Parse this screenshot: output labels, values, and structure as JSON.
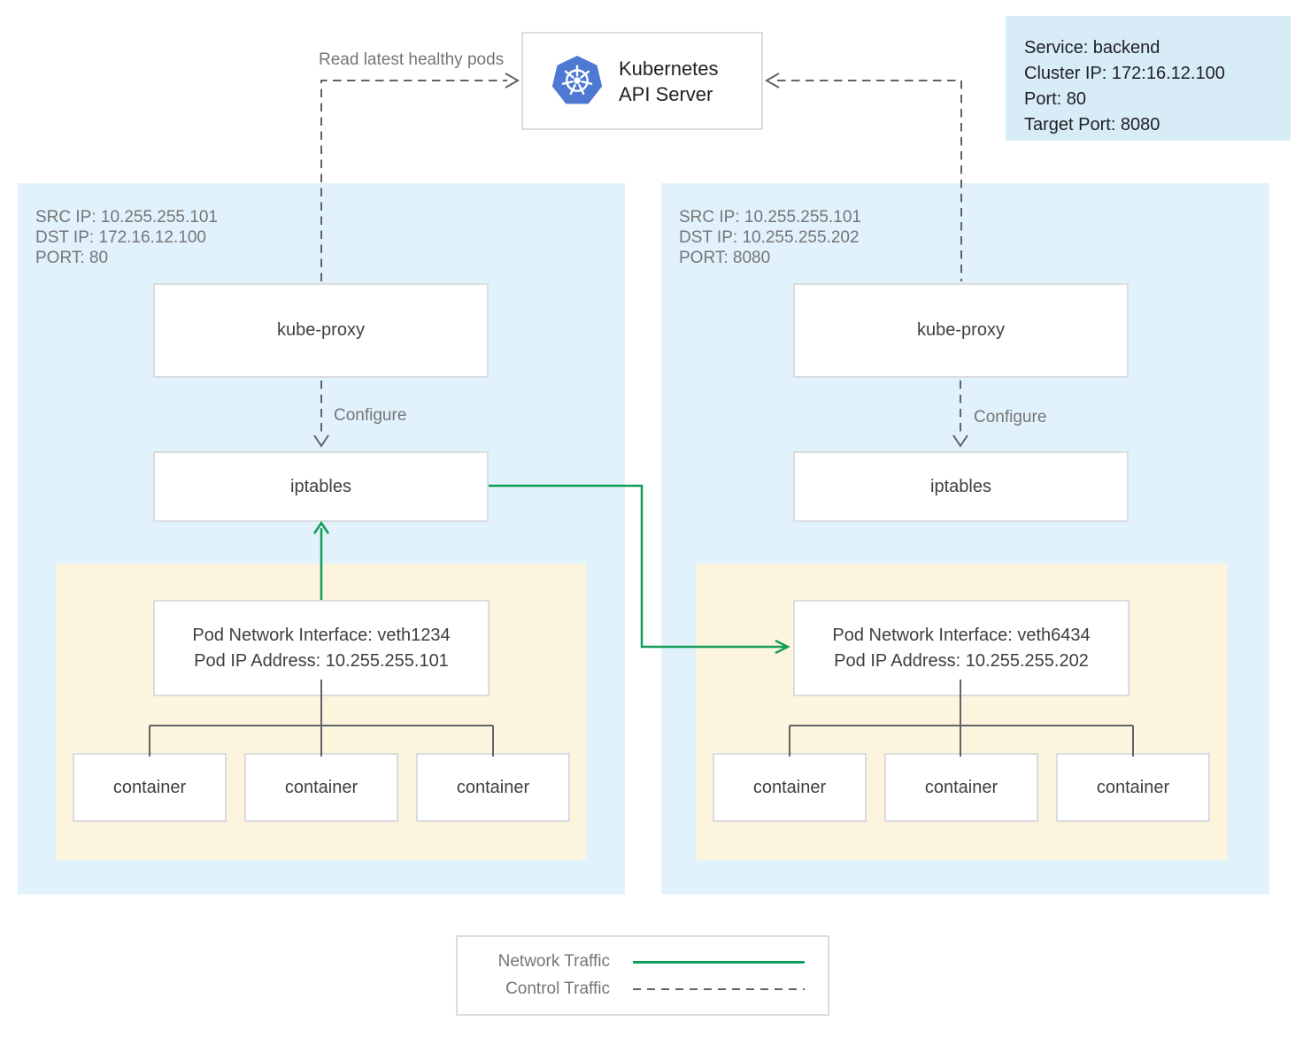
{
  "api_server": {
    "line1": "Kubernetes",
    "line2": "API Server"
  },
  "service": {
    "line1": "Service: backend",
    "line2": "Cluster IP: 172:16.12.100",
    "line3": "Port: 80",
    "line4": "Target Port: 8080"
  },
  "labels": {
    "read_pods": "Read latest healthy pods",
    "configure": "Configure"
  },
  "nodes": {
    "left": {
      "info1": "SRC IP: 10.255.255.101",
      "info2": "DST IP: 172.16.12.100",
      "info3": "PORT: 80",
      "kube_proxy": "kube-proxy",
      "iptables": "iptables",
      "pod": {
        "line1": "Pod Network Interface: veth1234",
        "line2": "Pod IP Address: 10.255.255.101",
        "containers": [
          "container",
          "container",
          "container"
        ]
      }
    },
    "right": {
      "info1": "SRC IP: 10.255.255.101",
      "info2": "DST IP: 10.255.255.202",
      "info3": "PORT: 8080",
      "kube_proxy": "kube-proxy",
      "iptables": "iptables",
      "pod": {
        "line1": "Pod Network Interface: veth6434",
        "line2": "Pod IP Address: 10.255.255.202",
        "containers": [
          "container",
          "container",
          "container"
        ]
      }
    }
  },
  "legend": {
    "network": "Network Traffic",
    "control": "Control Traffic"
  },
  "colors": {
    "node_bg": "#e2f2fc",
    "pod_bg": "#fdf4dd",
    "service_bg": "#d7ecf7",
    "border": "#dadce0",
    "green": "#109d58",
    "gray_line": "#5f6368",
    "text_dark": "#3c4043",
    "text_gray": "#757575",
    "k8s_blue": "#4e79d2"
  }
}
